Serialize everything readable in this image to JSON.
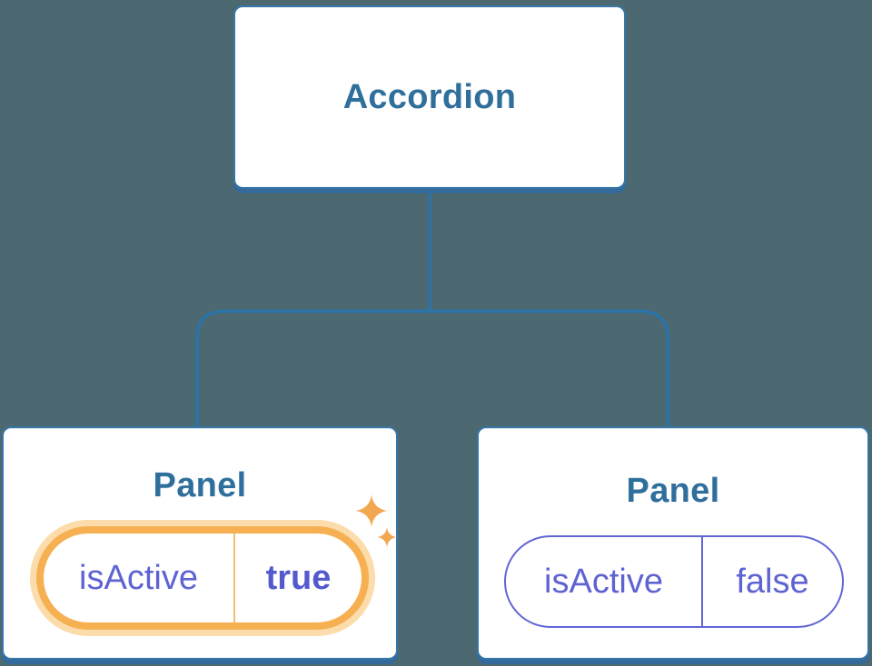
{
  "tree": {
    "root": {
      "label": "Accordion"
    },
    "children": [
      {
        "label": "Panel",
        "prop": {
          "name": "isActive",
          "value": "true"
        },
        "highlighted": true
      },
      {
        "label": "Panel",
        "prop": {
          "name": "isActive",
          "value": "false"
        },
        "highlighted": false
      }
    ]
  },
  "colors": {
    "background": "#4C6971",
    "card_border": "#3577A8",
    "card_bottom_shadow": "#34699B",
    "heading_text": "#2F6F9C",
    "connector_line": "#2B73A8",
    "state_text": "#5F63D2",
    "state_value_active_text": "#5459CE",
    "active_border": "#F6B052",
    "active_halo": "#FBDCAA",
    "active_divider": "#F3BE74",
    "inactive_border": "#6166D4",
    "sparkle": "#F2A750"
  }
}
